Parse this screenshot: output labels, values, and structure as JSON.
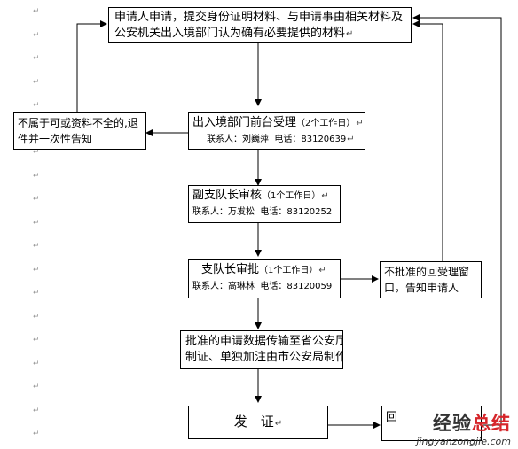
{
  "paragraph_mark": "↵",
  "boxes": {
    "apply": {
      "line1": "申请人申请，提交身份证明材料、与申请事由相关材料及",
      "line2": "公安机关出入境部门认为确有必要提供的材料"
    },
    "front_desk": {
      "title": "出入境部门前台受理",
      "days": "（2个工作日）",
      "contact_label": "联系人：",
      "contact_name": "刘巍萍",
      "phone_label": "电话：",
      "phone": "83120639"
    },
    "deputy": {
      "title": "副支队长审核",
      "days": "（1个工作日）",
      "contact_label": "联系人：",
      "contact_name": "万发松",
      "phone_label": "电话：",
      "phone": "83120252"
    },
    "chief": {
      "title": "支队长审批",
      "days": "（1个工作日）",
      "contact_label": "联系人：",
      "contact_name": "高琳林",
      "phone_label": "电话：",
      "phone": "83120059"
    },
    "transmit": {
      "line1": "批准的申请数据传输至省公安厅",
      "line2": "制证、单独加注由市公安局制作"
    },
    "issue": {
      "label": "发　证"
    },
    "reject_left": {
      "line1": "不属于可或资料不全的,退",
      "line2": "件并一次性告知"
    },
    "reject_right": {
      "line1": "不批准的回受理窗",
      "line2": "口，告知申请人"
    },
    "return_box": {
      "label": "回"
    }
  },
  "watermark": {
    "cn_black": "经验",
    "cn_red": "总结",
    "url": "jingyanzongjie.com"
  }
}
